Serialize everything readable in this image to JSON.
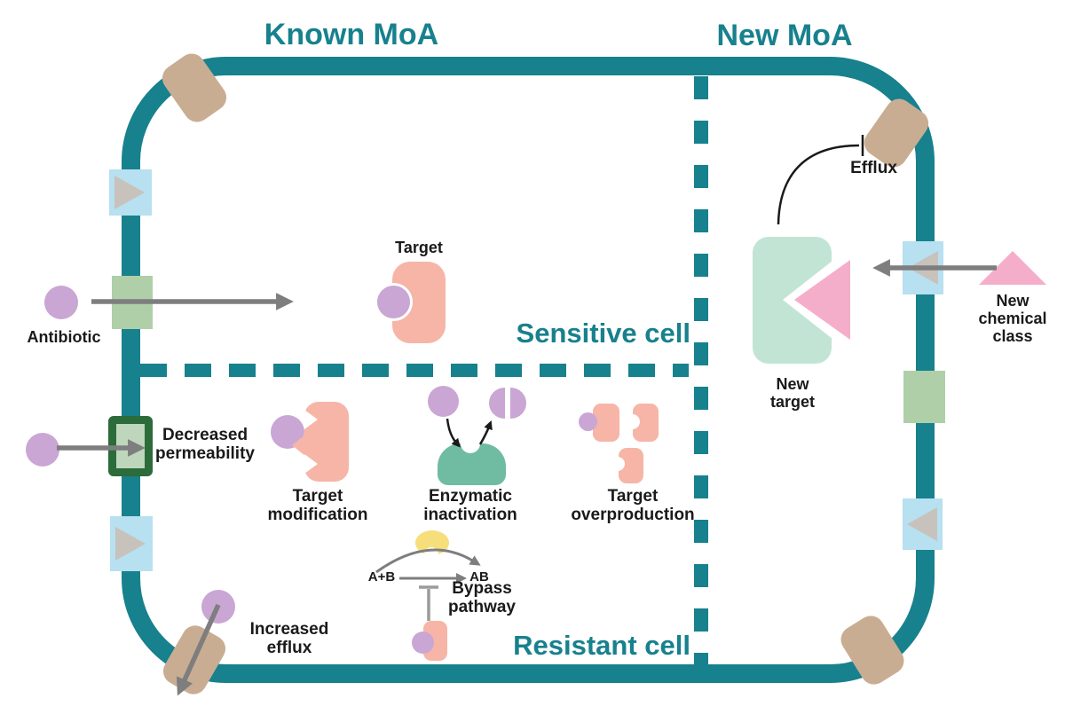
{
  "titles": {
    "known_moa": "Known MoA",
    "new_moa": "New MoA"
  },
  "regions": {
    "sensitive_cell": "Sensitive cell",
    "resistant_cell": "Resistant cell"
  },
  "labels": {
    "antibiotic": "Antibiotic",
    "target": "Target",
    "decreased_permeability": [
      "Decreased",
      "permeability"
    ],
    "target_modification": [
      "Target",
      "modification"
    ],
    "enzymatic_inactivation": [
      "Enzymatic",
      "inactivation"
    ],
    "target_overproduction": [
      "Target",
      "overproduction"
    ],
    "bypass_pathway": [
      "Bypass",
      "pathway"
    ],
    "increased_efflux": [
      "Increased",
      "efflux"
    ],
    "new_target": [
      "New",
      "target"
    ],
    "efflux": "Efflux",
    "new_chemical_class": [
      "New",
      "chemical",
      "class"
    ],
    "reaction_substrates": "A+B",
    "reaction_product": "AB"
  },
  "palette": {
    "teal": "#17818D",
    "salmon": "#F6B5A6",
    "purple": "#C9A6D4",
    "tan": "#C9AD93",
    "light_blue": "#B7E0F0",
    "green": "#AECFA8",
    "dark_green": "#2C6B3A",
    "light_green_fill": "#BED7BC",
    "mint": "#C2E4D4",
    "enzyme_green": "#6FBCA2",
    "yellow": "#F6DF7B",
    "pink": "#F5AECA",
    "arrow_gray": "#7E7E7E",
    "triangle_gray": "#C8C2BC"
  }
}
